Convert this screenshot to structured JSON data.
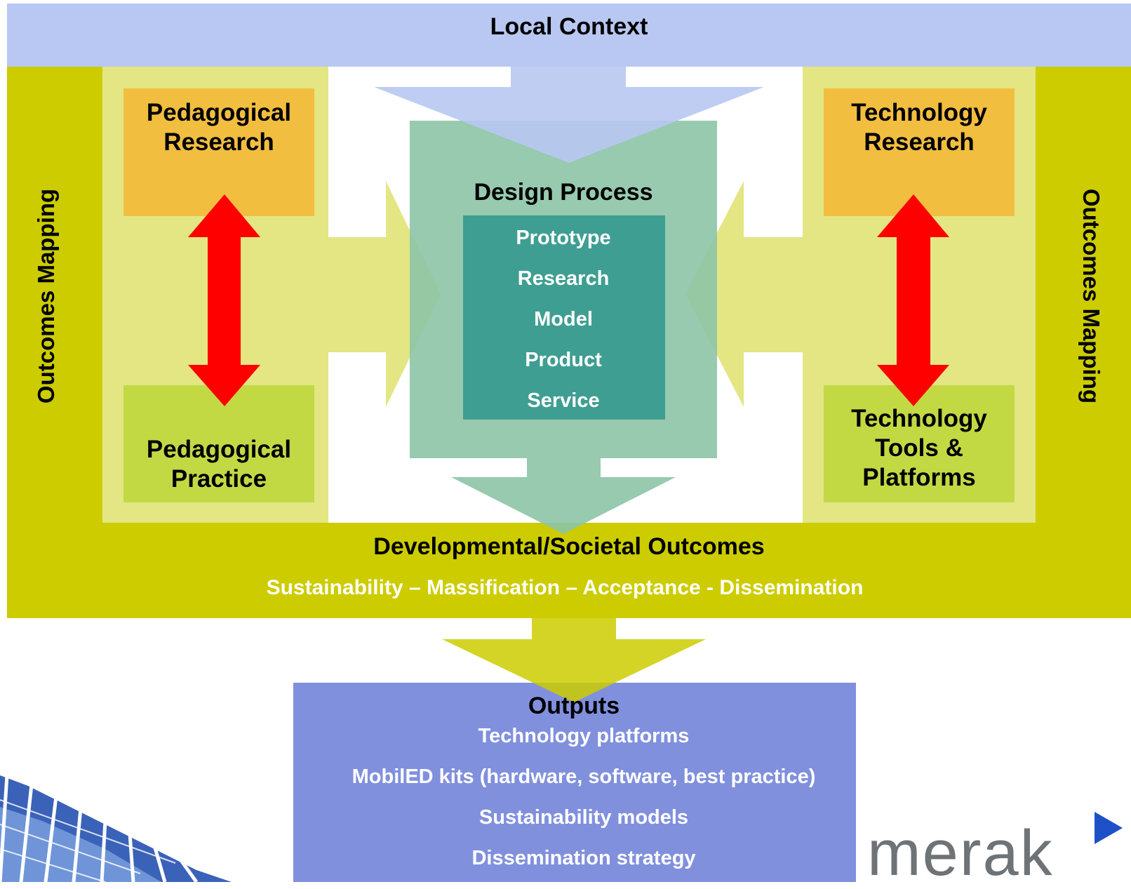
{
  "colors": {
    "context_blue": "#b8c8f2",
    "outer_olive": "#cccc00",
    "panel_pale": "#e3e683",
    "research_orange": "#f2be40",
    "practice_green": "#c2d944",
    "design_green": "#8cc4a6",
    "design_teal": "#3f9e92",
    "arrow_red": "#ff0000",
    "outputs_purple": "#8090dd"
  },
  "top": {
    "title": "Local Context"
  },
  "side": {
    "left_label": "Outcomes Mapping",
    "right_label": "Outcomes Mapping"
  },
  "left_panel": {
    "research_line1": "Pedagogical",
    "research_line2": "Research",
    "practice_line1": "Pedagogical",
    "practice_line2": "Practice",
    "arrow_icon": "double-headed-arrow"
  },
  "right_panel": {
    "research_line1": "Technology",
    "research_line2": "Research",
    "tools_line1": "Technology",
    "tools_line2": "Tools &",
    "tools_line3": "Platforms",
    "arrow_icon": "double-headed-arrow"
  },
  "design": {
    "title": "Design Process",
    "items": [
      "Prototype",
      "Research",
      "Model",
      "Product",
      "Service"
    ]
  },
  "outcomes": {
    "title": "Developmental/Societal Outcomes",
    "subtitle": "Sustainability – Massification – Acceptance - Dissemination"
  },
  "outputs": {
    "title": "Outputs",
    "items": [
      "Technology platforms",
      "MobilED kits (hardware, software, best practice)",
      "Sustainability models",
      "Dissemination strategy"
    ]
  },
  "logo": {
    "text": "merak",
    "icon": "play-triangle-icon",
    "decoration": "glass-building-icon"
  }
}
